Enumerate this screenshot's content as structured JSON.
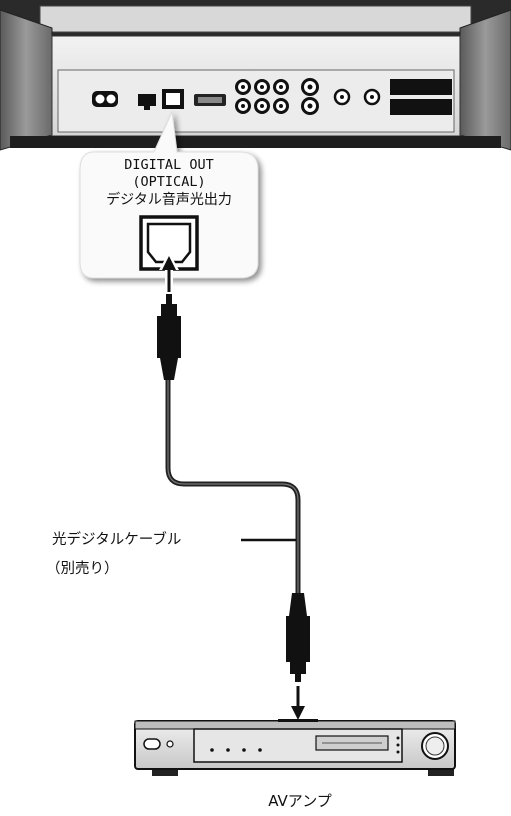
{
  "port_label": {
    "line1": "DIGITAL OUT",
    "line2": "(OPTICAL)",
    "line3": "デジタル音声光出力"
  },
  "cable_label": {
    "line1": "光デジタルケーブル",
    "line2": "（別売り）"
  },
  "amp_label": "AVアンプ"
}
